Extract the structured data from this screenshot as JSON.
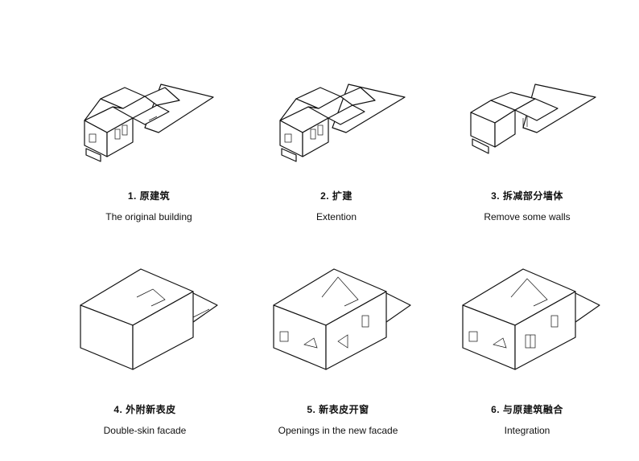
{
  "panels": [
    {
      "cn": "1.  原建筑",
      "en": "The original building",
      "variant": "original"
    },
    {
      "cn": "2.  扩建",
      "en": "Extention",
      "variant": "extension"
    },
    {
      "cn": "3.  拆减部分墙体",
      "en": "Remove some walls",
      "variant": "remove-walls"
    },
    {
      "cn": "4.  外附新表皮",
      "en": "Double-skin facade",
      "variant": "double-skin"
    },
    {
      "cn": "5.  新表皮开窗",
      "en": "Openings in the new facade",
      "variant": "openings"
    },
    {
      "cn": "6.  与原建筑融合",
      "en": "Integration",
      "variant": "integration"
    }
  ]
}
